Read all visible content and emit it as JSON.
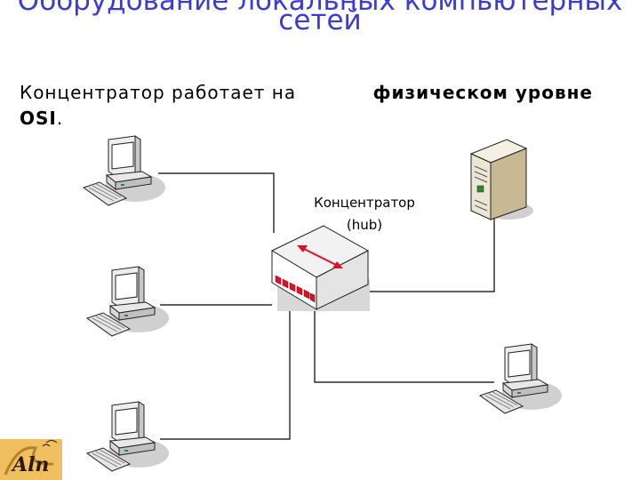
{
  "slide": {
    "title_line1": "Оборудование локальных компьютерных",
    "title_line2": "сетей",
    "text_before_bold": "Концентратор работает на",
    "bold_text": "физическом уровне",
    "bold_text_2": "OSI",
    "text_after_bold": "."
  },
  "diagram": {
    "hub_label_line1": "Концентратор",
    "hub_label_line2": "(hub)",
    "nodes": [
      {
        "name": "workstation-1",
        "icon": "desktop-computer-icon"
      },
      {
        "name": "workstation-2",
        "icon": "desktop-computer-icon"
      },
      {
        "name": "workstation-3",
        "icon": "desktop-computer-icon"
      },
      {
        "name": "server",
        "icon": "server-tower-icon"
      },
      {
        "name": "workstation-4",
        "icon": "desktop-computer-icon"
      },
      {
        "name": "hub",
        "icon": "hub-icon"
      }
    ],
    "colors": {
      "title": "#3b3bd6",
      "hub_ports": "#e0102a",
      "arrow": "#e0102a",
      "lines": "#000000"
    }
  },
  "logo": {
    "icon": "academy-logo-icon",
    "text": "Aln"
  }
}
